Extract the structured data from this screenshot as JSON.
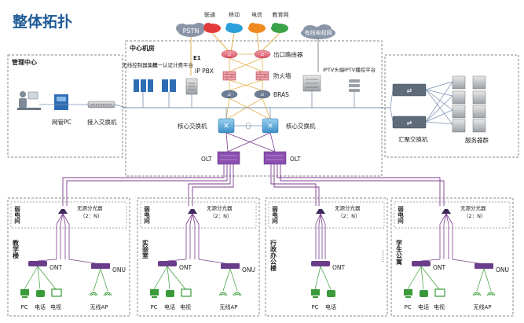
{
  "title": "整体拓扑",
  "colors": {
    "title": "#1f5a96",
    "box_border": "#8a8a8a",
    "line": "#7a8fb0",
    "fiber": "#7c3c8e",
    "router": "#e06a7a",
    "switch": "#4aa3d8",
    "device": "#2e6db4",
    "green": "#3a9a3a"
  },
  "top": {
    "pstn": "PSTN",
    "carriers": [
      "联通",
      "移动",
      "电信",
      "教育网"
    ],
    "cable_net": "有线电视网"
  },
  "core": {
    "label": "中心机房",
    "e1": "E1",
    "ip_pbx": "IP PBX",
    "exit_router": "出口路由器",
    "firewall": "防火墙",
    "bras": "BRAS",
    "core_switch_left": "核心交换机",
    "core_switch_right": "核心交换机",
    "olt_left": "OLT",
    "olt_right": "OLT",
    "wireless_ctrl": "无线控制器集群",
    "unified_auth": "统一认证计费平台",
    "iptv_head": "IPTV头端",
    "iptv_platform": "IPTV播控平台"
  },
  "mgmt": {
    "label": "管理中心",
    "nms_pc": "网管PC",
    "access_switch": "接入交换机"
  },
  "servers": {
    "agg_switch": "汇聚交换机",
    "server_group": "服务器群"
  },
  "buildings": [
    {
      "weak_room": "弱电间",
      "splitter": "无源分光器",
      "ratio": "（2：N）",
      "name": "教学楼",
      "ont": "ONT",
      "onu": "ONU",
      "pc": "PC",
      "phone": "电话",
      "tv": "电视",
      "ap": "无线AP"
    },
    {
      "weak_room": "弱电间",
      "splitter": "无源分光器",
      "ratio": "（2：N）",
      "name": "实验室",
      "ont": "ONT",
      "onu": "ONU",
      "pc": "PC",
      "phone": "电话",
      "tv": "电视",
      "ap": "无线AP"
    },
    {
      "weak_room": "弱电间",
      "splitter": "无源分光器",
      "ratio": "（2：N）",
      "name": "行政办公楼",
      "ont": "ONT",
      "pc": "PC",
      "phone": "电话"
    },
    {
      "weak_room": "弱电间",
      "splitter": "无源分光器",
      "ratio": "（2：N）",
      "name": "学生公寓",
      "ont": "ONT",
      "onu": "ONU",
      "pc": "PC",
      "phone": "电话",
      "tv": "电视",
      "ap": "无线AP"
    }
  ],
  "ellipsis": "……"
}
